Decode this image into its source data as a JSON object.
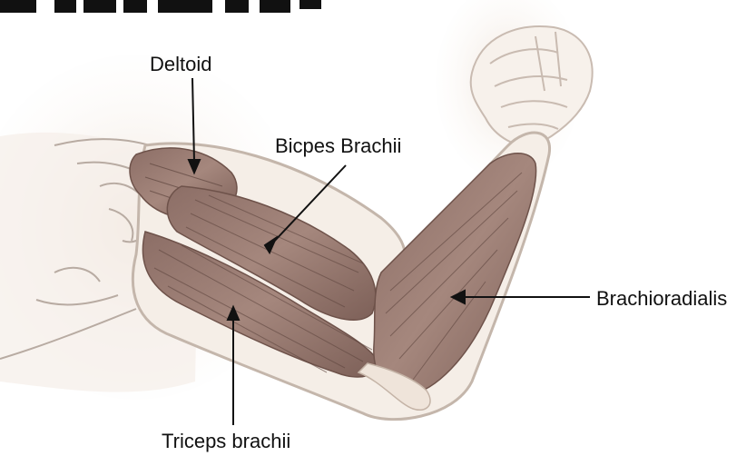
{
  "labels": {
    "deltoid": "Deltoid",
    "biceps": "Bicpes Brachii",
    "brachioradialis": "Brachioradialis",
    "triceps": "Triceps brachii"
  },
  "colors": {
    "muscle": "#9a7a70",
    "muscle_dark": "#6e524a",
    "bone": "#f1e8df",
    "skin": "#f3ece5",
    "outline": "#b9aba0",
    "leader": "#111111"
  }
}
